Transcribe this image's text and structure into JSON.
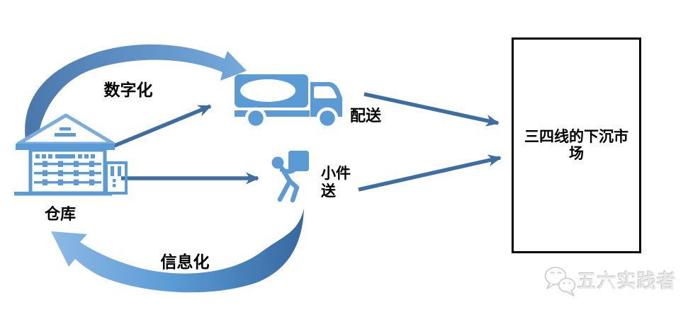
{
  "diagram": {
    "type": "flow-diagram",
    "background": "#ffffff",
    "nodes": {
      "warehouse": {
        "label": "仓库",
        "icon": "warehouse-icon"
      },
      "truck": {
        "label": "配送",
        "icon": "delivery-truck-icon"
      },
      "courier": {
        "label": "小件送",
        "icon": "courier-carrying-box-icon"
      },
      "market": {
        "label": "三四线的下沉市场",
        "shape": "rectangle"
      }
    },
    "edges": {
      "digitalization": {
        "label": "数字化",
        "from": "warehouse",
        "to": "truck",
        "style": "curved-swoosh"
      },
      "informatization": {
        "label": "信息化",
        "from": "courier",
        "to": "warehouse",
        "style": "curved-swoosh"
      },
      "warehouse_to_truck": {
        "label": "",
        "from": "warehouse",
        "to": "truck",
        "style": "straight"
      },
      "warehouse_to_courier": {
        "label": "",
        "from": "warehouse",
        "to": "courier",
        "style": "straight"
      },
      "truck_to_market": {
        "label": "",
        "from": "truck",
        "to": "market",
        "style": "straight"
      },
      "courier_to_market": {
        "label": "",
        "from": "courier",
        "to": "market",
        "style": "straight"
      }
    },
    "watermark": {
      "text": "五六实践者",
      "icon": "wechat-icon"
    },
    "colors": {
      "icon_blue": "#5B9BD5",
      "icon_blue_light": "#7AACDC",
      "straight_arrow": "#3D6EA1",
      "swoosh_dark": "#35689E",
      "swoosh_mid": "#5B9BD5",
      "swoosh_light": "#8CB8E4",
      "box_border": "#000000",
      "text": "#000000",
      "watermark_gray": "#C9C9C9"
    }
  }
}
